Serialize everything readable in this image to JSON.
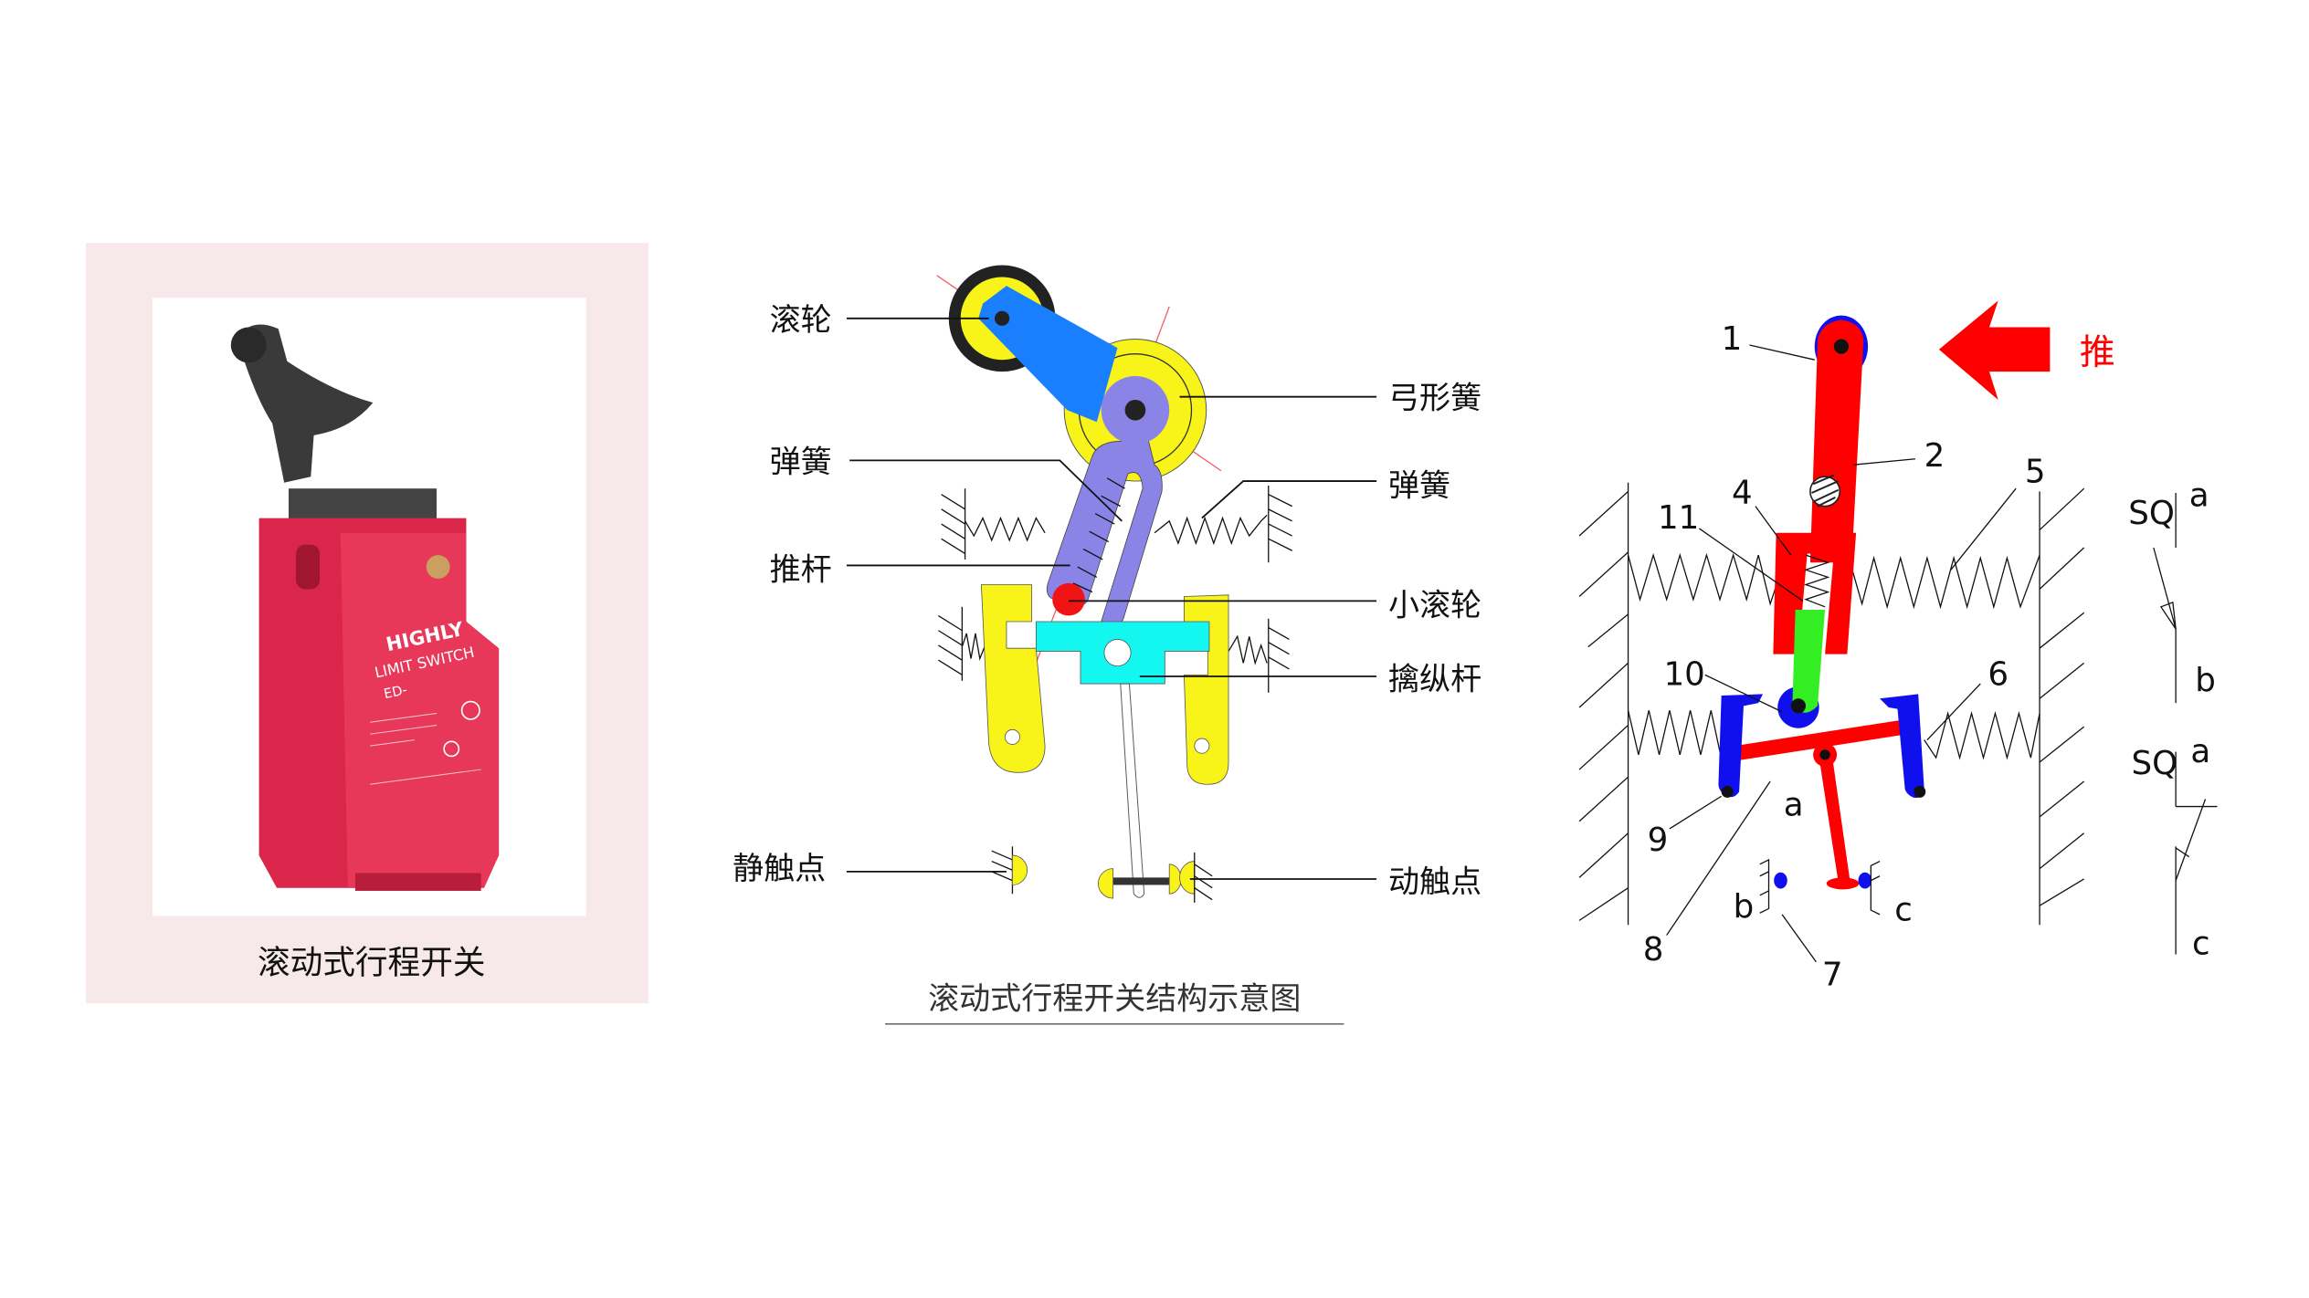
{
  "photo_panel": {
    "caption": "滚动式行程开关",
    "product_text": [
      "HIGHLY",
      "LIMIT SWITCH",
      "ED-"
    ]
  },
  "structure_diagram": {
    "labels_left": [
      "滚轮",
      "弹簧",
      "推杆",
      "静触点"
    ],
    "labels_right": [
      "弓形簧",
      "弹簧",
      "小滚轮",
      "擒纵杆",
      "动触点"
    ],
    "caption": "滚动式行程开关结构示意图"
  },
  "mechanism_diagram": {
    "push_label": "推",
    "push_color": "#ff0000",
    "part_numbers": [
      "1",
      "2",
      "4",
      "5",
      "11",
      "10",
      "6",
      "9",
      "8",
      "7"
    ],
    "contact_labels": {
      "a": "a",
      "b": "b",
      "c": "c"
    },
    "symbol": {
      "name1": "SQ",
      "name2": "SQ",
      "a1": "a",
      "b": "b",
      "a2": "a",
      "c": "c"
    }
  }
}
